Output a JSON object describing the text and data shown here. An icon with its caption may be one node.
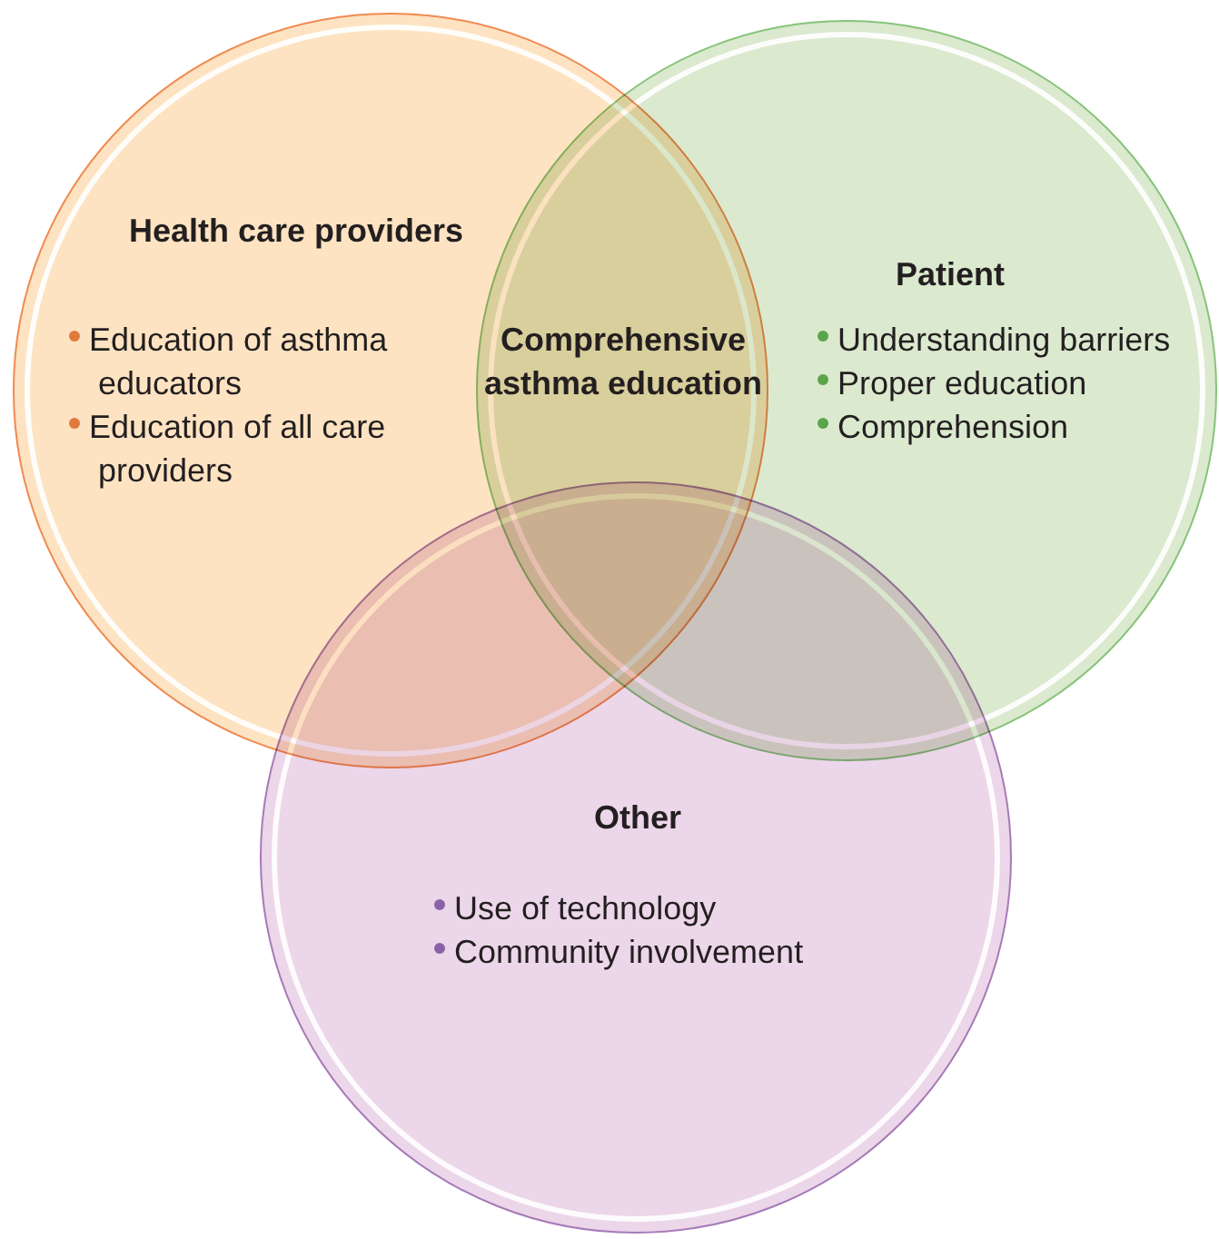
{
  "diagram": {
    "nodes": [
      {
        "text": [
          "Health care providers",
          "Education of asthma educators",
          "Education of all care providers"
        ]
      },
      {
        "text": [
          "Patient",
          "Understanding barriers",
          "Proper education",
          "Comprehension"
        ]
      },
      {
        "text": [
          "Other",
          "Use of technology",
          "Community involvement"
        ]
      }
    ],
    "labels": [
      "Comprehensive asthma education"
    ]
  }
}
